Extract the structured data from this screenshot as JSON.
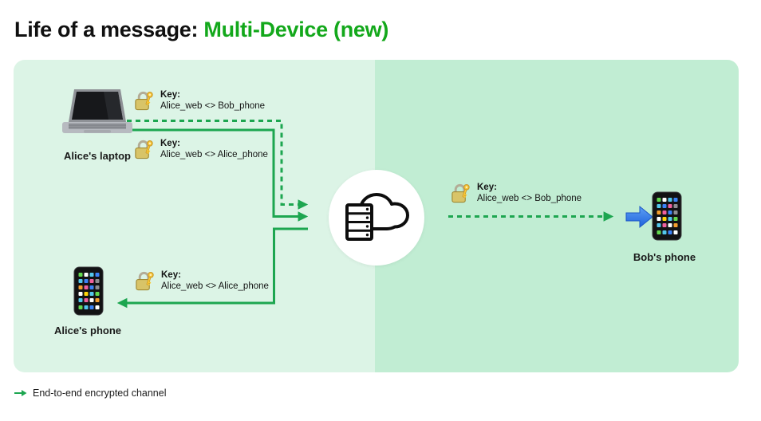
{
  "title": {
    "prefix": "Life of a message: ",
    "highlight": "Multi-Device (new)"
  },
  "devices": {
    "alice_laptop": "Alice's laptop",
    "alice_phone": "Alice's phone",
    "bob_phone": "Bob's phone"
  },
  "key_labels": {
    "laptop_bob": {
      "label": "Key:",
      "value": "Alice_web <> Bob_phone"
    },
    "laptop_alice": {
      "label": "Key:",
      "value": "Alice_web <> Alice_phone"
    },
    "phone_alice": {
      "label": "Key:",
      "value": "Alice_web <> Alice_phone"
    },
    "server_bob": {
      "label": "Key:",
      "value": "Alice_web <> Bob_phone"
    }
  },
  "legend": {
    "label": "End-to-end encrypted channel"
  },
  "icons": {
    "alice_laptop": "laptop-emoji",
    "alice_phone": "smartphone-emoji",
    "bob_phone": "smartphone-emoji",
    "keys": "locked-with-key-emoji",
    "server": "cloud-server-glyph",
    "bob_delivery": "blue-right-arrow-emoji"
  },
  "colors": {
    "title_green": "#13a81b",
    "line_green": "#1da650",
    "panel_left": "#dcf4e6",
    "panel_right": "#c1edd3",
    "background": "#ffffff"
  }
}
